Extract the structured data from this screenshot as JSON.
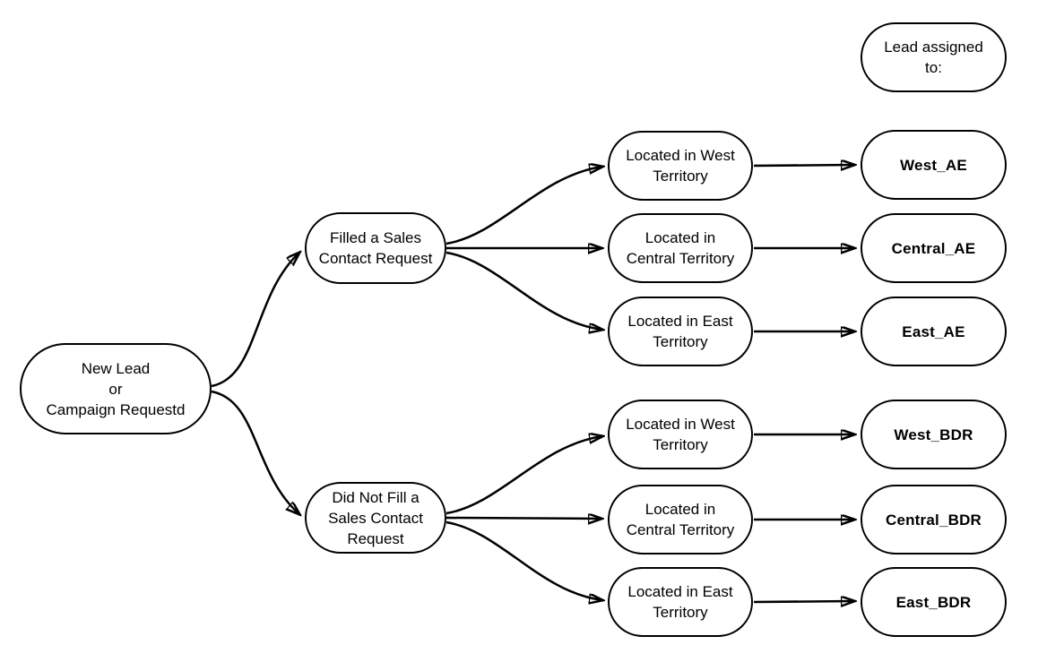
{
  "diagram": {
    "type": "flowchart",
    "colors": {
      "background": "#ffffff",
      "node_fill": "#ffffff",
      "node_border": "#000000",
      "arrow": "#000000",
      "text": "#000000"
    },
    "nodes": {
      "lead_assigned": {
        "label": "Lead assigned\nto:"
      },
      "new_lead": {
        "label": "New Lead\nor\nCampaign Requestd"
      },
      "filled_request": {
        "label": "Filled a Sales\nContact Request"
      },
      "did_not_fill": {
        "label": "Did Not Fill a\nSales Contact\nRequest"
      },
      "located_west_top": {
        "label": "Located in West\nTerritory"
      },
      "located_central_top": {
        "label": "Located in\nCentral Territory"
      },
      "located_east_top": {
        "label": "Located in East\nTerritory"
      },
      "located_west_bottom": {
        "label": "Located in West\nTerritory"
      },
      "located_central_bottom": {
        "label": "Located in\nCentral Territory"
      },
      "located_east_bottom": {
        "label": "Located in East\nTerritory"
      },
      "west_ae": {
        "label": "West_AE"
      },
      "central_ae": {
        "label": "Central_AE"
      },
      "east_ae": {
        "label": "East_AE"
      },
      "west_bdr": {
        "label": "West_BDR"
      },
      "central_bdr": {
        "label": "Central_BDR"
      },
      "east_bdr": {
        "label": "East_BDR"
      }
    },
    "edges": [
      {
        "from": "new_lead",
        "to": "filled_request"
      },
      {
        "from": "new_lead",
        "to": "did_not_fill"
      },
      {
        "from": "filled_request",
        "to": "located_west_top"
      },
      {
        "from": "filled_request",
        "to": "located_central_top"
      },
      {
        "from": "filled_request",
        "to": "located_east_top"
      },
      {
        "from": "did_not_fill",
        "to": "located_west_bottom"
      },
      {
        "from": "did_not_fill",
        "to": "located_central_bottom"
      },
      {
        "from": "did_not_fill",
        "to": "located_east_bottom"
      },
      {
        "from": "located_west_top",
        "to": "west_ae"
      },
      {
        "from": "located_central_top",
        "to": "central_ae"
      },
      {
        "from": "located_east_top",
        "to": "east_ae"
      },
      {
        "from": "located_west_bottom",
        "to": "west_bdr"
      },
      {
        "from": "located_central_bottom",
        "to": "central_bdr"
      },
      {
        "from": "located_east_bottom",
        "to": "east_bdr"
      }
    ]
  }
}
